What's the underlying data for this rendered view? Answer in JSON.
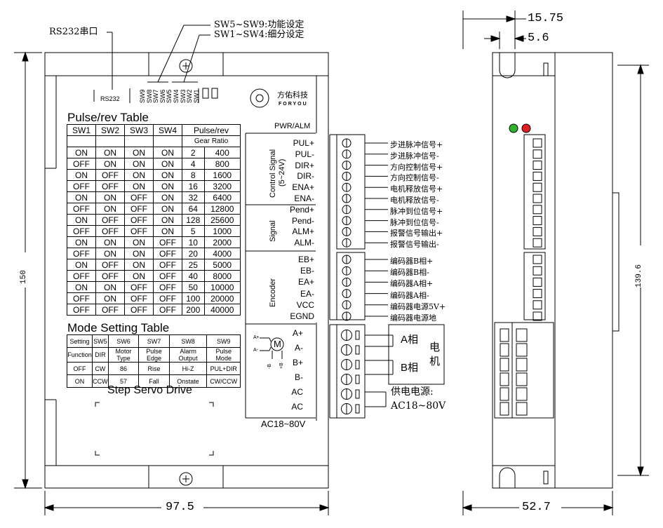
{
  "callouts": {
    "rs232": "RS232串口",
    "sw5_9": "SW5~SW9:功能设定",
    "sw1_4": "SW1~SW4:细分设定"
  },
  "dimensions": {
    "width": "97.5",
    "height": "150",
    "side_width": "52.7",
    "side_height": "139.6",
    "top_offset_1": "15.75",
    "top_offset_2": "5.6"
  },
  "front_panel": {
    "rs232_label": "RS232",
    "switch_labels": [
      "SW9",
      "SW8",
      "SW7",
      "SW6",
      "SW5",
      "SW4",
      "SW3",
      "SW2",
      "SW1"
    ],
    "brand_cn": "方佑科技",
    "brand_en": "FORYOU",
    "pulse_title": "Pulse/rev Table",
    "pulse_headers": [
      "SW1",
      "SW2",
      "SW3",
      "SW4",
      "Pulse/rev"
    ],
    "gear_ratio": "Gear Ratio",
    "pulse_rows": [
      [
        "ON",
        "ON",
        "ON",
        "ON",
        "2",
        "400"
      ],
      [
        "OFF",
        "ON",
        "ON",
        "ON",
        "4",
        "800"
      ],
      [
        "ON",
        "OFF",
        "ON",
        "ON",
        "8",
        "1600"
      ],
      [
        "OFF",
        "OFF",
        "ON",
        "ON",
        "16",
        "3200"
      ],
      [
        "ON",
        "ON",
        "OFF",
        "ON",
        "32",
        "6400"
      ],
      [
        "OFF",
        "ON",
        "OFF",
        "ON",
        "64",
        "12800"
      ],
      [
        "ON",
        "OFF",
        "OFF",
        "ON",
        "128",
        "25600"
      ],
      [
        "OFF",
        "OFF",
        "OFF",
        "ON",
        "5",
        "1000"
      ],
      [
        "ON",
        "ON",
        "ON",
        "OFF",
        "10",
        "2000"
      ],
      [
        "OFF",
        "ON",
        "ON",
        "OFF",
        "20",
        "4000"
      ],
      [
        "ON",
        "OFF",
        "ON",
        "OFF",
        "25",
        "5000"
      ],
      [
        "OFF",
        "OFF",
        "ON",
        "OFF",
        "40",
        "8000"
      ],
      [
        "ON",
        "ON",
        "OFF",
        "OFF",
        "50",
        "10000"
      ],
      [
        "OFF",
        "ON",
        "OFF",
        "OFF",
        "100",
        "20000"
      ],
      [
        "OFF",
        "OFF",
        "OFF",
        "OFF",
        "200",
        "40000"
      ]
    ],
    "pulse_rows_note": "",
    "mode_title": "Mode Setting Table",
    "mode_headers": [
      "Setting",
      "SW5",
      "SW6",
      "SW7",
      "SW8",
      "SW9"
    ],
    "mode_rows": [
      [
        "Function",
        "DIR",
        "Motor Type",
        "Pulse Edge",
        "Alarm Output",
        "Pulse Mode"
      ],
      [
        "OFF",
        "CW",
        "86",
        "Rise",
        "Hi-Z",
        "PUL+DIR"
      ],
      [
        "ON",
        "CCW",
        "57",
        "Fall",
        "Onstate",
        "CW/CCW"
      ]
    ],
    "product_name": "Step Servo Drive",
    "pwr_alm": "PWR/ALM",
    "group_control": "Control Signal",
    "group_control_sub": "(5~24V)",
    "group_signal": "Signal",
    "group_encoder": "Encoder",
    "terminals": [
      "PUL+",
      "PUL-",
      "DIR+",
      "DIR-",
      "ENA+",
      "ENA-",
      "Pend+",
      "Pend-",
      "ALM+",
      "ALM-",
      "EB+",
      "EB-",
      "EA+",
      "EA-",
      "VCC",
      "EGND"
    ],
    "power_terminals": [
      "A+",
      "A-",
      "B+",
      "B-",
      "AC",
      "AC"
    ],
    "voltage": "AC18~80V",
    "motor_symbol": "M",
    "motor_a_plus": "A+",
    "motor_a_minus": "A-",
    "motor_b_minus": "-B",
    "motor_b_plus": "+B"
  },
  "signal_descriptions": [
    "步进脉冲信号+",
    "步进脉冲信号-",
    "方向控制信号+",
    "方向控制信号-",
    "电机释放信号+",
    "电机释放信号-",
    "脉冲到位信号+",
    "脉冲到位信号-",
    "报警信号输出+",
    "报警信号输出-",
    "编码器B相+",
    "编码器B相-",
    "编码器A相+",
    "编码器A相-",
    "编码器电源5V+",
    "编码器电源地"
  ],
  "motor_box": {
    "a_phase": "A相",
    "b_phase": "B相",
    "motor": "电机"
  },
  "power_note": {
    "label": "供电电源:",
    "value": "AC18~80V"
  },
  "colors": {
    "led_green": "#2db52d",
    "led_red": "#e02020"
  }
}
